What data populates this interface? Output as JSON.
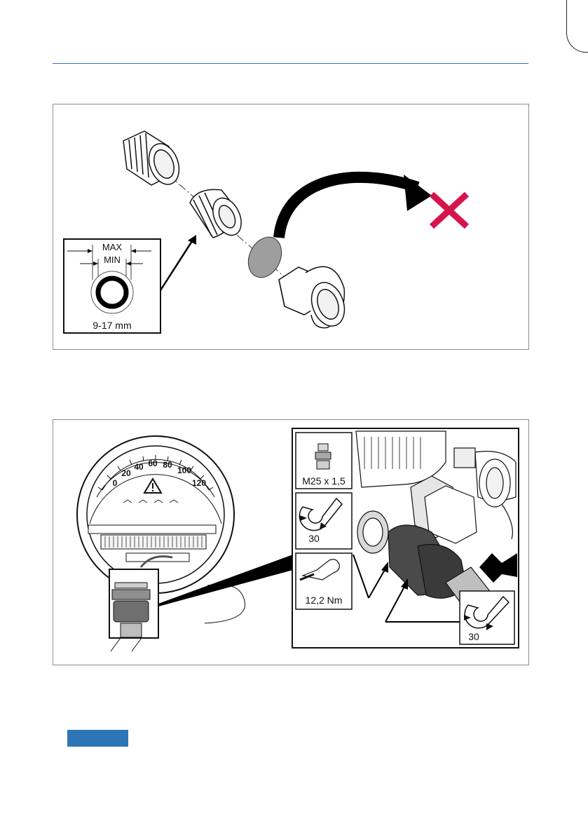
{
  "figure1": {
    "gauge_label_max": "MAX",
    "gauge_label_min": "MIN",
    "cable_range": "9-17 mm"
  },
  "figure2": {
    "dial_ticks": [
      "0",
      "20",
      "40",
      "60",
      "80",
      "100",
      "120"
    ],
    "gland_thread": "M25 x 1,5",
    "wrench_size_top": "30",
    "torque": "12,2 Nm",
    "wrench_size_bottom": "30"
  },
  "colors": {
    "accent_blue": "#2e75b6",
    "discard_red": "#d6134b",
    "frame_grey": "#8c8c8c"
  }
}
